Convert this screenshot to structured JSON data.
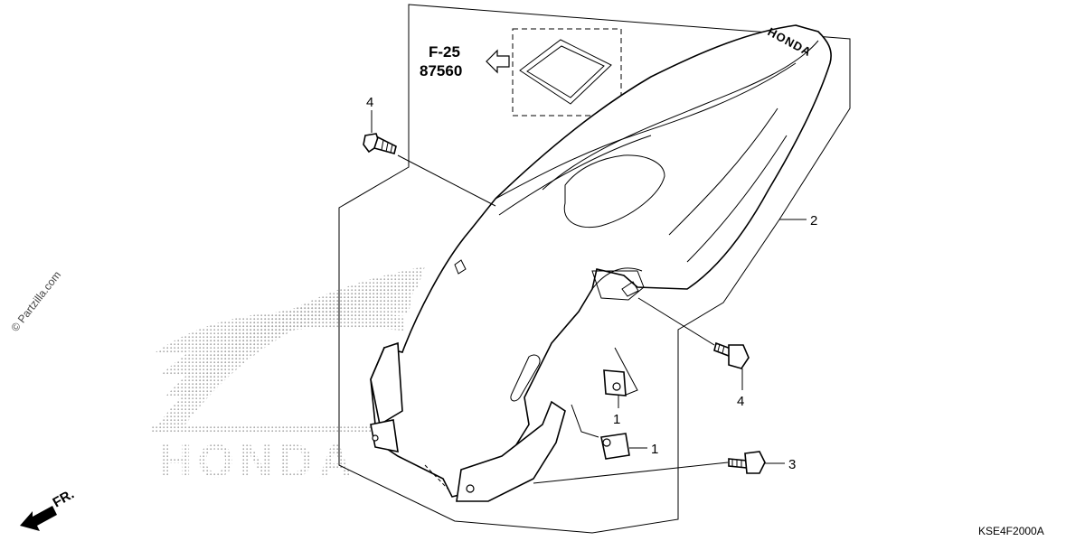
{
  "reference": {
    "section": "F-25",
    "part_number": "87560"
  },
  "callouts": [
    {
      "id": "callout-4-top",
      "label": "4"
    },
    {
      "id": "callout-2",
      "label": "2"
    },
    {
      "id": "callout-4-right",
      "label": "4"
    },
    {
      "id": "callout-1-upper",
      "label": "1"
    },
    {
      "id": "callout-1-lower",
      "label": "1"
    },
    {
      "id": "callout-3",
      "label": "3"
    }
  ],
  "fender_logo": "HONDA",
  "watermark": "© Partzilla.com",
  "background_logo": "HONDA",
  "direction_label": "FR.",
  "diagram_code": "KSE4F2000A",
  "icons": {
    "direction": "arrow-front-icon",
    "reference": "arrow-left-outline-icon"
  }
}
